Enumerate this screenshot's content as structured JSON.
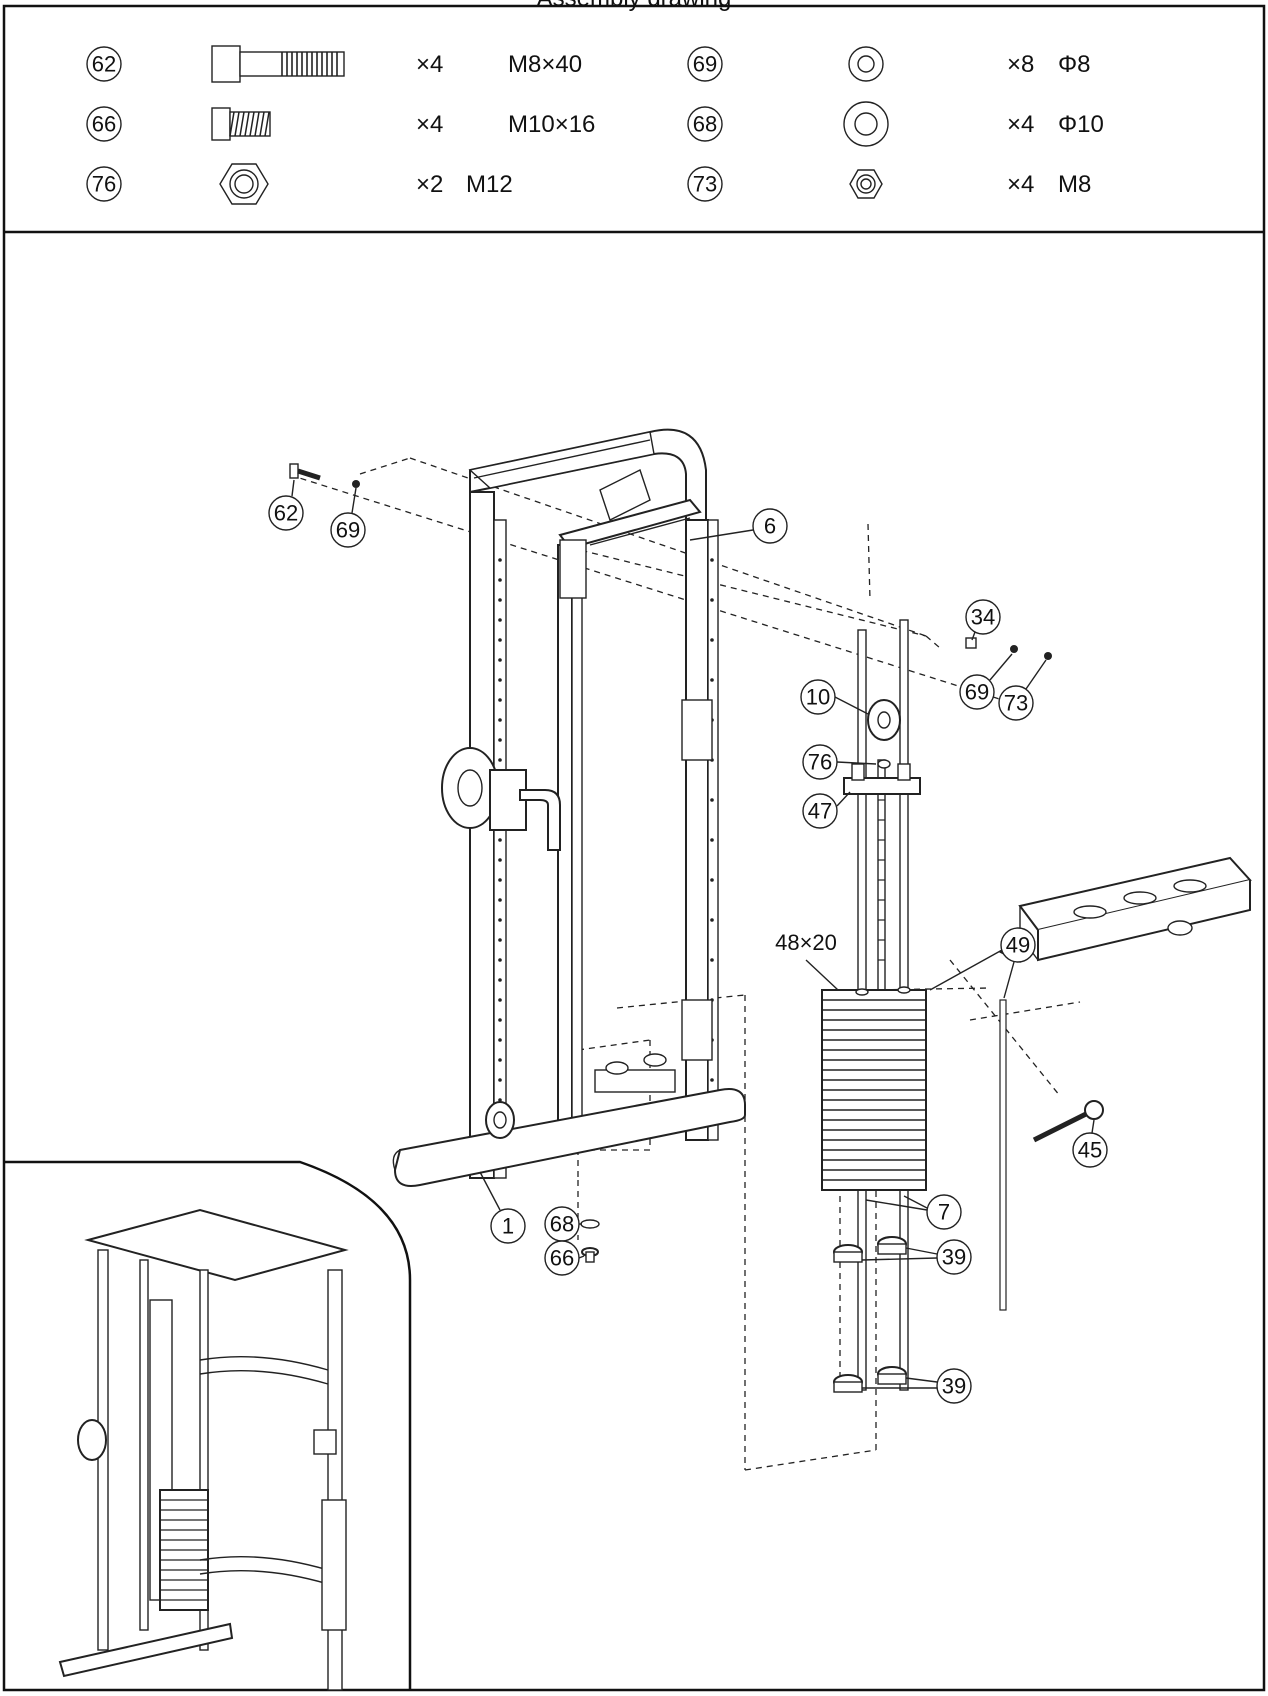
{
  "header": {
    "title": "Assembly drawing"
  },
  "hardware": [
    {
      "num": "62",
      "icon": "bolt-long-icon",
      "qty": "×4",
      "spec": "M8×40"
    },
    {
      "num": "66",
      "icon": "bolt-short-icon",
      "qty": "×4",
      "spec": "M10×16"
    },
    {
      "num": "76",
      "icon": "nut-large-icon",
      "qty": "×2",
      "spec": "M12"
    },
    {
      "num": "69",
      "icon": "washer-small-icon",
      "qty": "×8",
      "spec": "Φ8"
    },
    {
      "num": "68",
      "icon": "washer-large-icon",
      "qty": "×4",
      "spec": "Φ10"
    },
    {
      "num": "73",
      "icon": "nut-small-icon",
      "qty": "×4",
      "spec": "M8"
    }
  ],
  "callouts": {
    "c62": "62",
    "c69a": "69",
    "c6": "6",
    "c34": "34",
    "c69b": "69",
    "c73": "73",
    "c10": "10",
    "c76": "76",
    "c47": "47",
    "c48": "48×20",
    "c49": "49",
    "c45": "45",
    "c1": "1",
    "c68": "68",
    "c66": "66",
    "c7": "7",
    "c39a": "39",
    "c39b": "39"
  }
}
